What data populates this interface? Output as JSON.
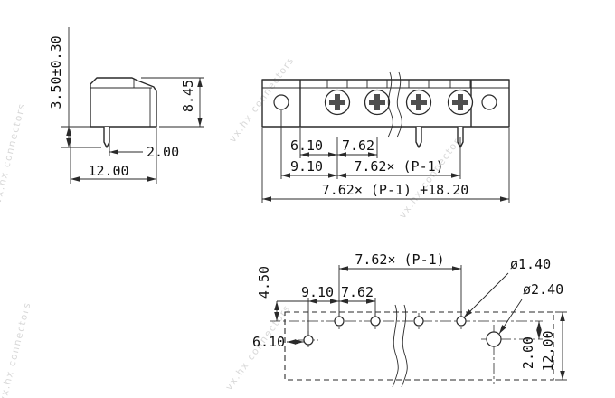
{
  "views": {
    "side": {
      "pin_length": "3.50±0.30",
      "height": "8.45",
      "pin_offset": "2.00",
      "depth": "12.00"
    },
    "front": {
      "edge_to_pin1": "6.10",
      "pitch": "7.62",
      "hole_to_pin1": "9.10",
      "pitch_span": "7.62× (P-1)",
      "total_width": "7.62× (P-1) +18.20"
    },
    "footprint": {
      "pitch_span": "7.62× (P-1)",
      "row_offset": "4.50",
      "hole_to_pin1": "9.10",
      "pitch": "7.62",
      "edge_to_hole": "6.10",
      "pin_hole_dia": "ø1.40",
      "mount_hole_dia": "ø2.40",
      "hole_row_offset": "2.00",
      "depth": "12.00"
    }
  },
  "watermark": {
    "text": "vx.hx connectors"
  }
}
